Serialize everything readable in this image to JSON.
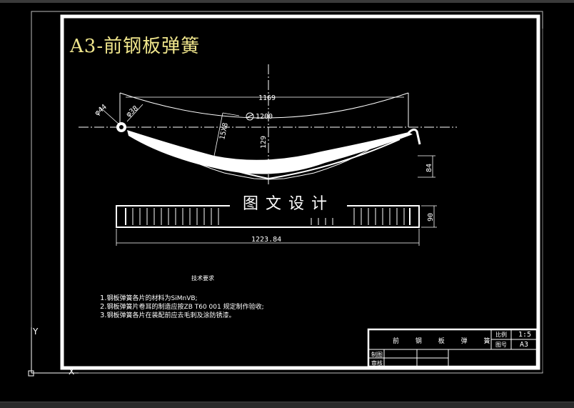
{
  "title": "A3-前钢板弹簧",
  "watermark": "图文设计",
  "dimensions": {
    "arc_length": "1169",
    "radius": "1200",
    "width": "129",
    "angle": "15X8",
    "eye_dia": "φ44",
    "eye_inner": "φ38",
    "height_right": "84",
    "bottom_height": "90",
    "total_length": "1223.84"
  },
  "notes": {
    "title": "技术要求",
    "items": [
      {
        "num": "1.",
        "text": "钢板弹簧各片的材料为SiMnVB;"
      },
      {
        "num": "2.",
        "text": "钢板弹簧片卷耳的制造应按ZB T60 001 规定制作验收;"
      },
      {
        "num": "3.",
        "text": "钢板弹簧各片在装配前应去毛刺及涂防锈漆。"
      }
    ]
  },
  "title_block": {
    "name": "前 钢 板 弹 簧",
    "scale_label": "比例",
    "scale": "1:5",
    "sheet_label": "图号",
    "sheet": "A3",
    "row1_label": "制图",
    "row2_label": "审核"
  },
  "ucs": {
    "y_label": "Y",
    "x_label": "X"
  }
}
